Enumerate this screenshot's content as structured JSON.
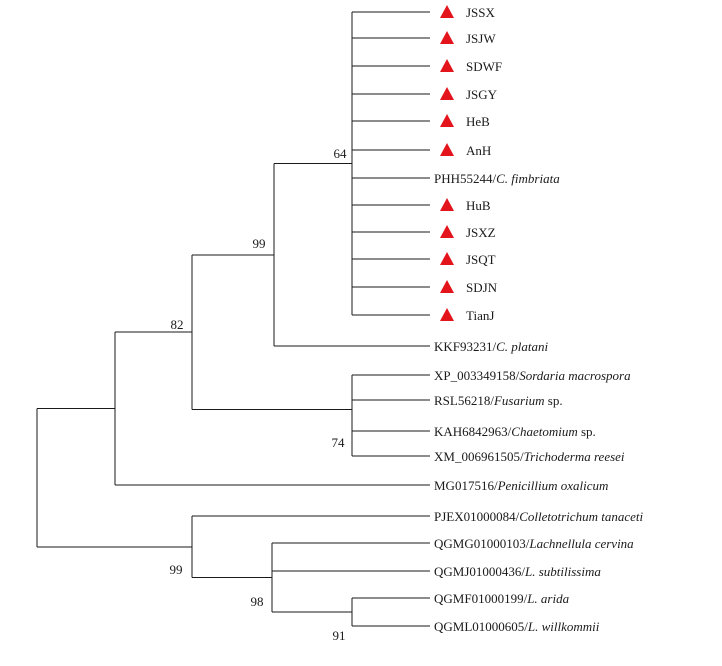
{
  "tree": {
    "marker_color": "#e3141b",
    "marker_icon": "triangle-icon",
    "taxa": [
      {
        "id": "JSSX",
        "parts": [
          {
            "t": "JSSX"
          }
        ],
        "marked": true
      },
      {
        "id": "JSJW",
        "parts": [
          {
            "t": "JSJW"
          }
        ],
        "marked": true
      },
      {
        "id": "SDWF",
        "parts": [
          {
            "t": "SDWF"
          }
        ],
        "marked": true
      },
      {
        "id": "JSGY",
        "parts": [
          {
            "t": "JSGY"
          }
        ],
        "marked": true
      },
      {
        "id": "HeB",
        "parts": [
          {
            "t": "HeB"
          }
        ],
        "marked": true
      },
      {
        "id": "AnH",
        "parts": [
          {
            "t": "AnH"
          }
        ],
        "marked": true
      },
      {
        "id": "PHH55244",
        "parts": [
          {
            "t": "PHH55244/"
          },
          {
            "t": "C. fimbriata",
            "i": true
          }
        ],
        "marked": false
      },
      {
        "id": "HuB",
        "parts": [
          {
            "t": "HuB"
          }
        ],
        "marked": true
      },
      {
        "id": "JSXZ",
        "parts": [
          {
            "t": "JSXZ"
          }
        ],
        "marked": true
      },
      {
        "id": "JSQT",
        "parts": [
          {
            "t": "JSQT"
          }
        ],
        "marked": true
      },
      {
        "id": "SDJN",
        "parts": [
          {
            "t": "SDJN"
          }
        ],
        "marked": true
      },
      {
        "id": "TianJ",
        "parts": [
          {
            "t": "TianJ"
          }
        ],
        "marked": true
      },
      {
        "id": "KKF93231",
        "parts": [
          {
            "t": "KKF93231/"
          },
          {
            "t": "C. platani",
            "i": true
          }
        ],
        "marked": false
      },
      {
        "id": "XP_003349158",
        "parts": [
          {
            "t": "XP_003349158/"
          },
          {
            "t": "Sordaria macrospora",
            "i": true
          }
        ],
        "marked": false
      },
      {
        "id": "RSL56218",
        "parts": [
          {
            "t": "RSL56218/"
          },
          {
            "t": "Fusarium",
            "i": true
          },
          {
            "t": " sp."
          }
        ],
        "marked": false
      },
      {
        "id": "KAH6842963",
        "parts": [
          {
            "t": "KAH6842963/"
          },
          {
            "t": "Chaetomium",
            "i": true
          },
          {
            "t": " sp."
          }
        ],
        "marked": false
      },
      {
        "id": "XM_006961505",
        "parts": [
          {
            "t": "XM_006961505/"
          },
          {
            "t": "Trichoderma reesei",
            "i": true
          }
        ],
        "marked": false
      },
      {
        "id": "MG017516",
        "parts": [
          {
            "t": "MG017516/"
          },
          {
            "t": "Penicillium oxalicum",
            "i": true
          }
        ],
        "marked": false
      },
      {
        "id": "PJEX01000084",
        "parts": [
          {
            "t": "PJEX01000084/"
          },
          {
            "t": "Colletotrichum tanaceti",
            "i": true
          }
        ],
        "marked": false
      },
      {
        "id": "QGMG01000103",
        "parts": [
          {
            "t": "QGMG01000103/"
          },
          {
            "t": "Lachnellula cervina",
            "i": true
          }
        ],
        "marked": false
      },
      {
        "id": "QGMJ01000436",
        "parts": [
          {
            "t": "QGMJ01000436/"
          },
          {
            "t": "L. subtilissima",
            "i": true
          }
        ],
        "marked": false
      },
      {
        "id": "QGMF01000199",
        "parts": [
          {
            "t": "QGMF01000199/"
          },
          {
            "t": "L. arida",
            "i": true
          }
        ],
        "marked": false
      },
      {
        "id": "QGML01000605",
        "parts": [
          {
            "t": "QGML01000605/"
          },
          {
            "t": "L. willkommii",
            "i": true
          }
        ],
        "marked": false
      }
    ],
    "bootstrap": [
      {
        "node": "fimbriata-clade",
        "value": "64"
      },
      {
        "node": "ceratocystis-clade",
        "value": "99"
      },
      {
        "node": "sordariomycetes-clade",
        "value": "82"
      },
      {
        "node": "sordaria-chaetomium-clade",
        "value": "74"
      },
      {
        "node": "leotiomycetes-clade",
        "value": "99"
      },
      {
        "node": "lachnellula-clade",
        "value": "98"
      },
      {
        "node": "arida-willkommii-clade",
        "value": "91"
      }
    ]
  }
}
